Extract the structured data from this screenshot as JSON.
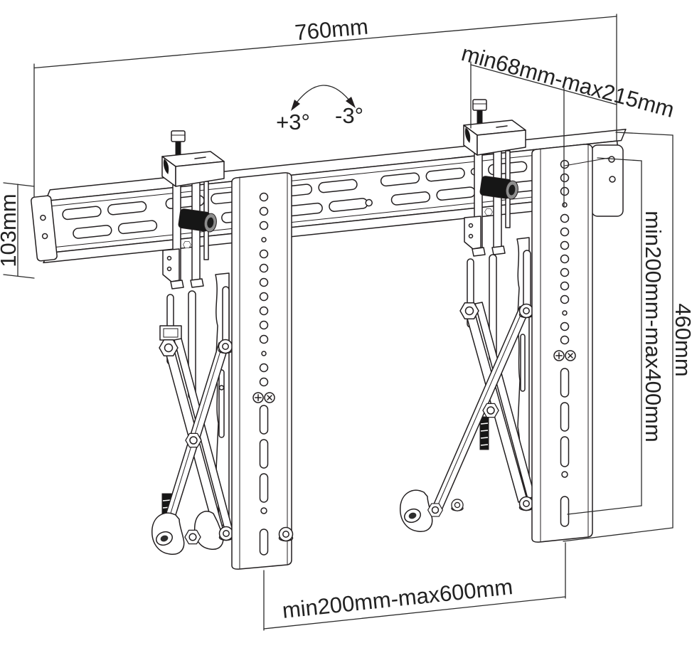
{
  "diagram": {
    "name": "tv-wall-mount-dimension-drawing",
    "dimensions": {
      "total_width": "760mm",
      "clamp_range": "min68mm-max215mm",
      "rail_height": "103mm",
      "vertical_range": "min200mm-max400mm",
      "bracket_height": "460mm",
      "horizontal_range": "min200mm-max600mm"
    },
    "tilt": {
      "positive": "+3°",
      "negative": "-3°"
    },
    "colors": {
      "line": "#231f20",
      "background": "#ffffff",
      "dark_fill": "#161616",
      "metal_gray": "#8d8d8d"
    }
  }
}
